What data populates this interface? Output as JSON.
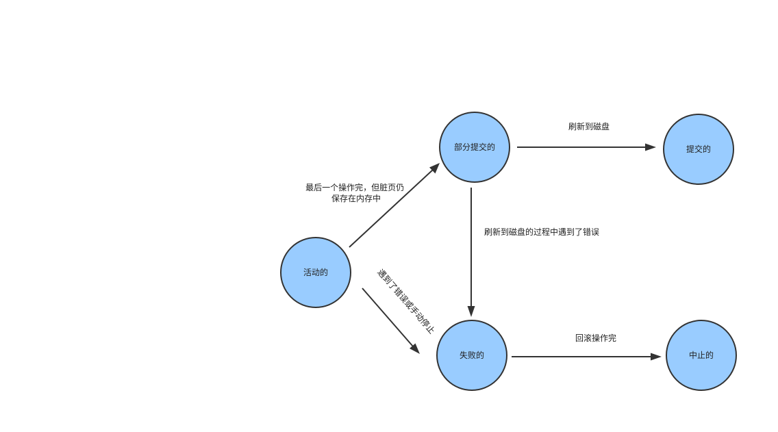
{
  "nodes": {
    "active": "活动的",
    "partially_committed": "部分提交的",
    "committed": "提交的",
    "failed": "失败的",
    "aborted": "中止的"
  },
  "edges": {
    "active_to_partial": [
      "最后一个操作完，但脏页仍",
      "保存在内存中"
    ],
    "partial_to_committed": "刷新到磁盘",
    "partial_to_failed": "刷新到磁盘的过程中遇到了错误",
    "active_to_failed": "遇到了错误或手动停止",
    "failed_to_aborted": "回滚操作完"
  },
  "colors": {
    "node_fill": "#99ccff",
    "stroke": "#333333"
  }
}
